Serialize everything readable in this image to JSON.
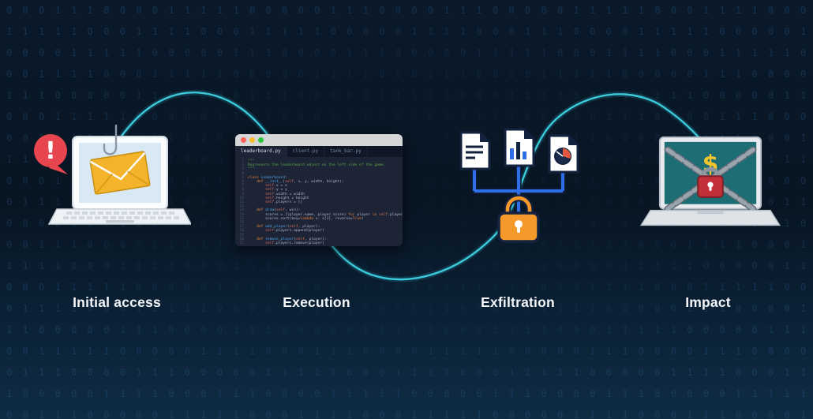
{
  "diagram": {
    "stages": [
      {
        "label": "Initial access"
      },
      {
        "label": "Execution"
      },
      {
        "label": "Exfiltration"
      },
      {
        "label": "Impact"
      }
    ]
  },
  "background": {
    "binary_digits": "0110100101101001010010110100101101001011010010110101101001011010",
    "wave_color": "#3fd3e4"
  },
  "initial_access": {
    "alert_symbol": "!"
  },
  "impact": {
    "dollar_symbol": "$"
  },
  "code_editor": {
    "tabs": [
      {
        "label": "leaderboard.py",
        "active": true
      },
      {
        "label": "client.py",
        "active": false
      },
      {
        "label": "tank_bar.py",
        "active": false
      }
    ],
    "lines": [
      [
        {
          "t": "\"\"\"",
          "c": "c"
        }
      ],
      [
        {
          "t": "Represents the leaderboard object on the left side of the game.",
          "c": "c"
        }
      ],
      [
        {
          "t": "\"\"\"",
          "c": "c"
        }
      ],
      [],
      [
        {
          "t": "class ",
          "c": "k"
        },
        {
          "t": "Leaderboard",
          "c": "f"
        },
        {
          "t": ":",
          "c": "n"
        }
      ],
      [
        {
          "t": "    ",
          "c": "n"
        },
        {
          "t": "def ",
          "c": "k"
        },
        {
          "t": "__init__",
          "c": "f"
        },
        {
          "t": "(",
          "c": "n"
        },
        {
          "t": "self",
          "c": "r"
        },
        {
          "t": ", x, y, width, height):",
          "c": "n"
        }
      ],
      [
        {
          "t": "        ",
          "c": "n"
        },
        {
          "t": "self",
          "c": "r"
        },
        {
          "t": ".x = x",
          "c": "n"
        }
      ],
      [
        {
          "t": "        ",
          "c": "n"
        },
        {
          "t": "self",
          "c": "r"
        },
        {
          "t": ".y = y",
          "c": "n"
        }
      ],
      [
        {
          "t": "        ",
          "c": "n"
        },
        {
          "t": "self",
          "c": "r"
        },
        {
          "t": ".width = width",
          "c": "n"
        }
      ],
      [
        {
          "t": "        ",
          "c": "n"
        },
        {
          "t": "self",
          "c": "r"
        },
        {
          "t": ".height = height",
          "c": "n"
        }
      ],
      [
        {
          "t": "        ",
          "c": "n"
        },
        {
          "t": "self",
          "c": "r"
        },
        {
          "t": ".players = []",
          "c": "n"
        }
      ],
      [],
      [
        {
          "t": "    ",
          "c": "n"
        },
        {
          "t": "def ",
          "c": "k"
        },
        {
          "t": "draw",
          "c": "f"
        },
        {
          "t": "(",
          "c": "n"
        },
        {
          "t": "self",
          "c": "r"
        },
        {
          "t": ", win):",
          "c": "n"
        }
      ],
      [
        {
          "t": "        scores = [(player.name, player.score) ",
          "c": "n"
        },
        {
          "t": "for",
          "c": "k"
        },
        {
          "t": " player ",
          "c": "n"
        },
        {
          "t": "in",
          "c": "k"
        },
        {
          "t": " ",
          "c": "n"
        },
        {
          "t": "self",
          "c": "r"
        },
        {
          "t": ".players]",
          "c": "n"
        }
      ],
      [
        {
          "t": "        scores.sort(key=",
          "c": "n"
        },
        {
          "t": "lambda",
          "c": "k"
        },
        {
          "t": " x: x[1], reverse=",
          "c": "n"
        },
        {
          "t": "True",
          "c": "k"
        },
        {
          "t": ")",
          "c": "n"
        }
      ],
      [],
      [
        {
          "t": "    ",
          "c": "n"
        },
        {
          "t": "def ",
          "c": "k"
        },
        {
          "t": "add_player",
          "c": "f"
        },
        {
          "t": "(",
          "c": "n"
        },
        {
          "t": "self",
          "c": "r"
        },
        {
          "t": ", player):",
          "c": "n"
        }
      ],
      [
        {
          "t": "        ",
          "c": "n"
        },
        {
          "t": "self",
          "c": "r"
        },
        {
          "t": ".players.append(player)",
          "c": "n"
        }
      ],
      [],
      [
        {
          "t": "    ",
          "c": "n"
        },
        {
          "t": "def ",
          "c": "k"
        },
        {
          "t": "remove_player",
          "c": "f"
        },
        {
          "t": "(",
          "c": "n"
        },
        {
          "t": "self",
          "c": "r"
        },
        {
          "t": ", player):",
          "c": "n"
        }
      ],
      [
        {
          "t": "        ",
          "c": "n"
        },
        {
          "t": "self",
          "c": "r"
        },
        {
          "t": ".players.remove(player)",
          "c": "n"
        }
      ]
    ]
  }
}
